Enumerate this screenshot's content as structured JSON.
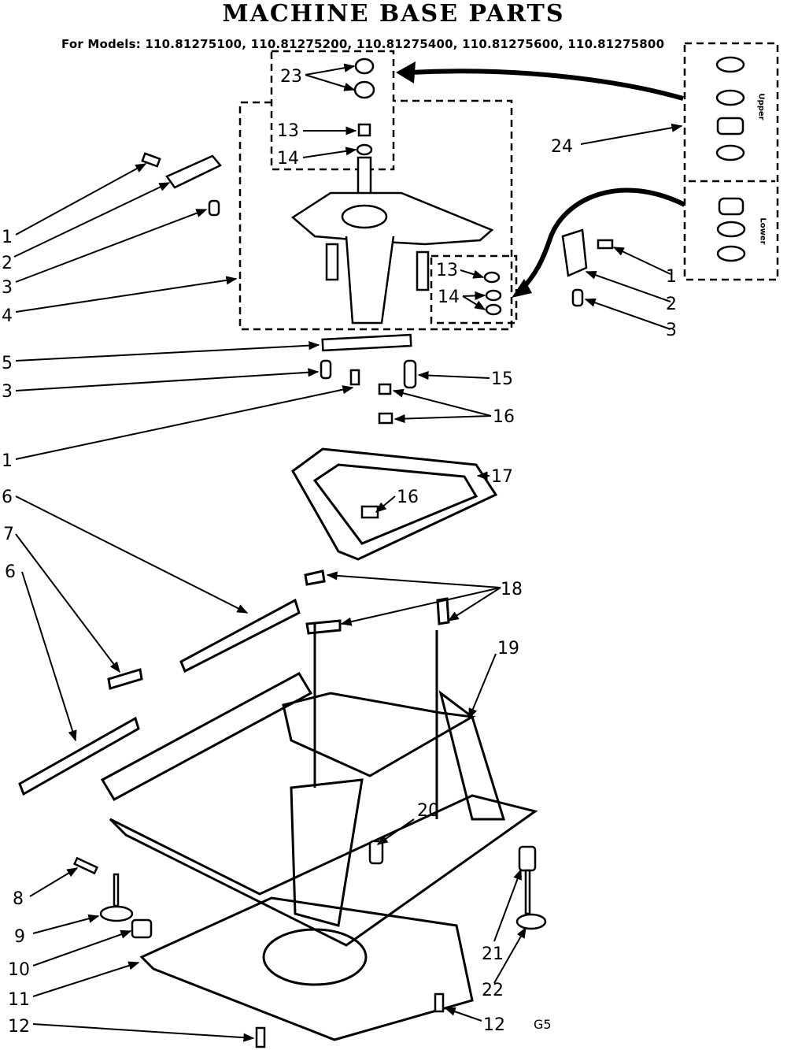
{
  "title": "MACHINE BASE PARTS",
  "subtitle": "For Models: 110.81275100, 110.81275200, 110.81275400, 110.81275600, 110.81275800",
  "code": "G5",
  "inset_labels": {
    "upper": "Upper",
    "lower": "Lower"
  },
  "callouts": [
    "1",
    "2",
    "3",
    "4",
    "5",
    "3",
    "1",
    "6",
    "7",
    "6",
    "8",
    "9",
    "10",
    "11",
    "12",
    "23",
    "13",
    "14",
    "24",
    "1",
    "2",
    "3",
    "13",
    "14",
    "15",
    "16",
    "17",
    "16",
    "18",
    "19",
    "20",
    "21",
    "22",
    "12"
  ]
}
